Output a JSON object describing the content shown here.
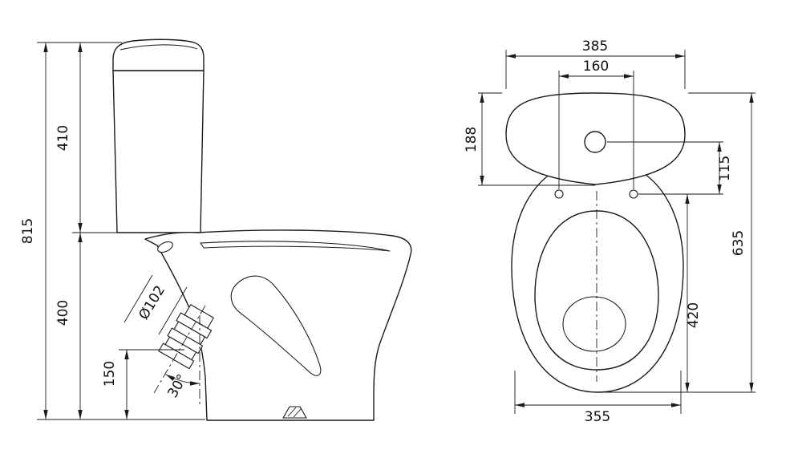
{
  "views": {
    "side": {
      "dimensions": {
        "overall_height": "815",
        "tank_height": "410",
        "bowl_height": "400",
        "outlet_height": "150",
        "outlet_diameter": "Ø102",
        "outlet_angle": "30°"
      }
    },
    "top": {
      "dimensions": {
        "tank_width": "385",
        "hinge_spacing": "160",
        "tank_depth": "188",
        "button_to_hinge": "115",
        "overall_depth": "635",
        "seat_length": "420",
        "base_width": "355"
      }
    }
  }
}
